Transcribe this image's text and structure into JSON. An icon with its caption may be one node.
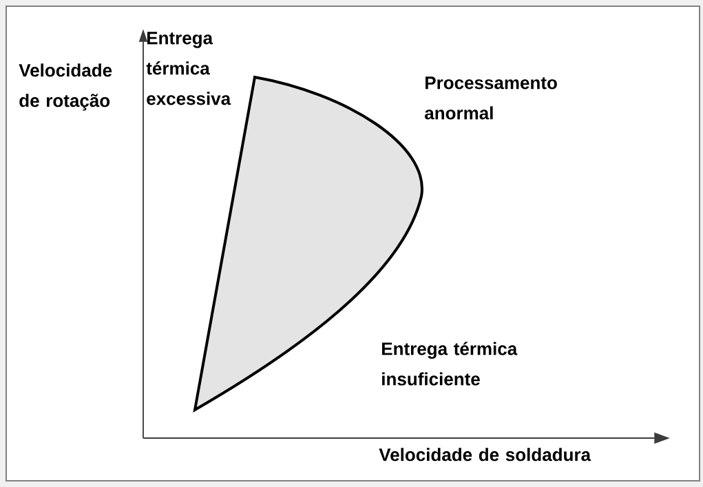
{
  "diagram": {
    "labels": [
      "Velocidade de rotação",
      "Entrega térmica excessiva",
      "Processamento anormal",
      "Entrega térmica insuficiente",
      "Velocidade de soldadura"
    ]
  }
}
